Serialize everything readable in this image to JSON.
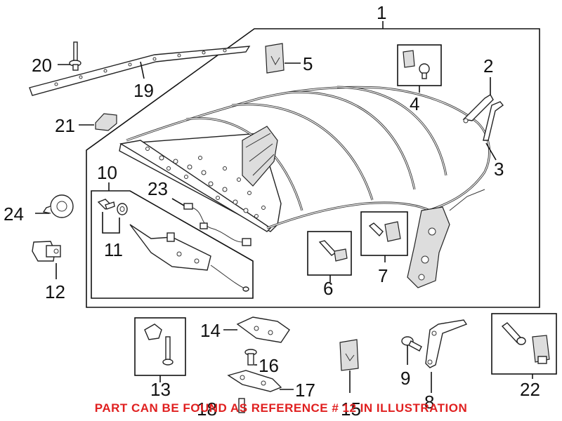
{
  "callouts": {
    "c1": "1",
    "c2": "2",
    "c3": "3",
    "c4": "4",
    "c5": "5",
    "c6": "6",
    "c7": "7",
    "c8": "8",
    "c9": "9",
    "c10": "10",
    "c11": "11",
    "c12": "12",
    "c13": "13",
    "c14": "14",
    "c15": "15",
    "c16": "16",
    "c17": "17",
    "c18": "18",
    "c19": "19",
    "c20": "20",
    "c21": "21",
    "c22": "22",
    "c23": "23",
    "c24": "24"
  },
  "footer_note": "PART CAN BE FOUND AS REFERENCE # 12 IN ILLUSTRATION",
  "colors": {
    "note": "#e02020",
    "lines": "#111111"
  }
}
